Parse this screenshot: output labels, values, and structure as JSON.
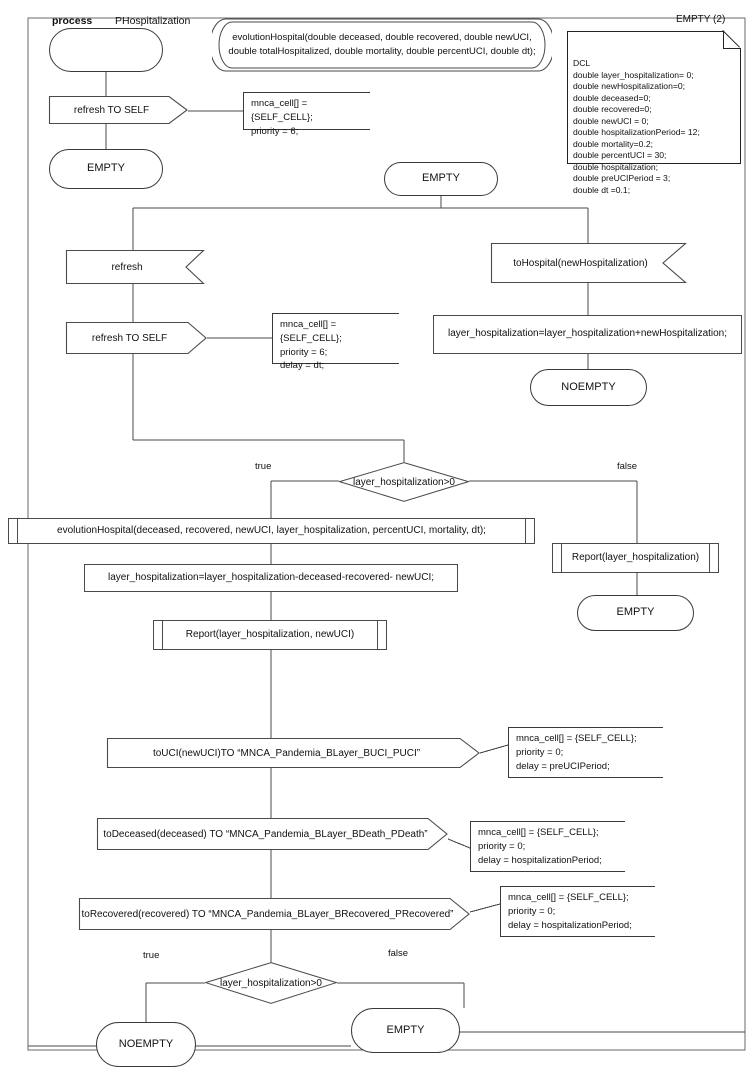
{
  "frame": {
    "process_keyword": "process",
    "process_name": "PHospitalization",
    "corner_label": "EMPTY (2)"
  },
  "procedure_signature": {
    "text": "evolutionHospital(double deceased, double recovered, double newUCI,\ndouble totalHospitalized, double mortality, double percentUCI, double dt);"
  },
  "dcl": {
    "text": "DCL\ndouble layer_hospitalization= 0;\ndouble newHospitalization=0;\ndouble deceased=0;\ndouble recovered=0;\ndouble newUCI = 0;\ndouble hospitalizationPeriod= 12;\ndouble mortality=0.2;\ndouble percentUCI = 30;\ndouble hospitalization;\ndouble preUCIPeriod = 3;\ndouble dt =0.1;"
  },
  "nodes": {
    "start_state": "",
    "refresh_to_self_1": "refresh TO SELF",
    "empty_1": "EMPTY",
    "empty_2": "EMPTY",
    "refresh_input": "refresh",
    "refresh_to_self_2": "refresh TO SELF",
    "to_hospital_input": "toHospital(newHospitalization)",
    "add_hospitalization_task": "layer_hospitalization=layer_hospitalization+newHospitalization;",
    "noempty_1": "NOEMPTY",
    "decision_1": "layer_hospitalization>0",
    "evolution_call": "evolutionHospital(deceased, recovered, newUCI, layer_hospitalization, percentUCI, mortality, dt);",
    "subtract_task": "layer_hospitalization=layer_hospitalization-deceased-recovered- newUCI;",
    "report_two": "Report(layer_hospitalization, newUCI)",
    "report_one": "Report(layer_hospitalization)",
    "empty_3": "EMPTY",
    "to_uci": "toUCI(newUCI)TO “MNCA_Pandemia_BLayer_BUCI_PUCI”",
    "to_deceased": "toDeceased(deceased) TO “MNCA_Pandemia_BLayer_BDeath_PDeath”",
    "to_recovered": "toRecovered(recovered) TO “MNCA_Pandemia_BLayer_BRecovered_PRecovered”",
    "decision_2": "layer_hospitalization>0",
    "noempty_2": "NOEMPTY",
    "empty_4": "EMPTY"
  },
  "branch_labels": {
    "true_1": "true",
    "false_1": "false",
    "true_2": "true",
    "false_2": "false"
  },
  "comments": {
    "c1": "mnca_cell[] = {SELF_CELL};\npriority = 6;",
    "c2": "mnca_cell[] = {SELF_CELL};\npriority = 6;\ndelay = dt;",
    "c3": "mnca_cell[] = {SELF_CELL};\npriority = 0;\ndelay = preUCIPeriod;",
    "c4": "mnca_cell[] = {SELF_CELL};\npriority = 0;\ndelay = hospitalizationPeriod;",
    "c5": "mnca_cell[] = {SELF_CELL};\npriority = 0;\ndelay = hospitalizationPeriod;"
  },
  "colors": {
    "line": "#4a4a4a",
    "border": "#3a3a3a",
    "background": "#ffffff",
    "text": "#111111"
  }
}
